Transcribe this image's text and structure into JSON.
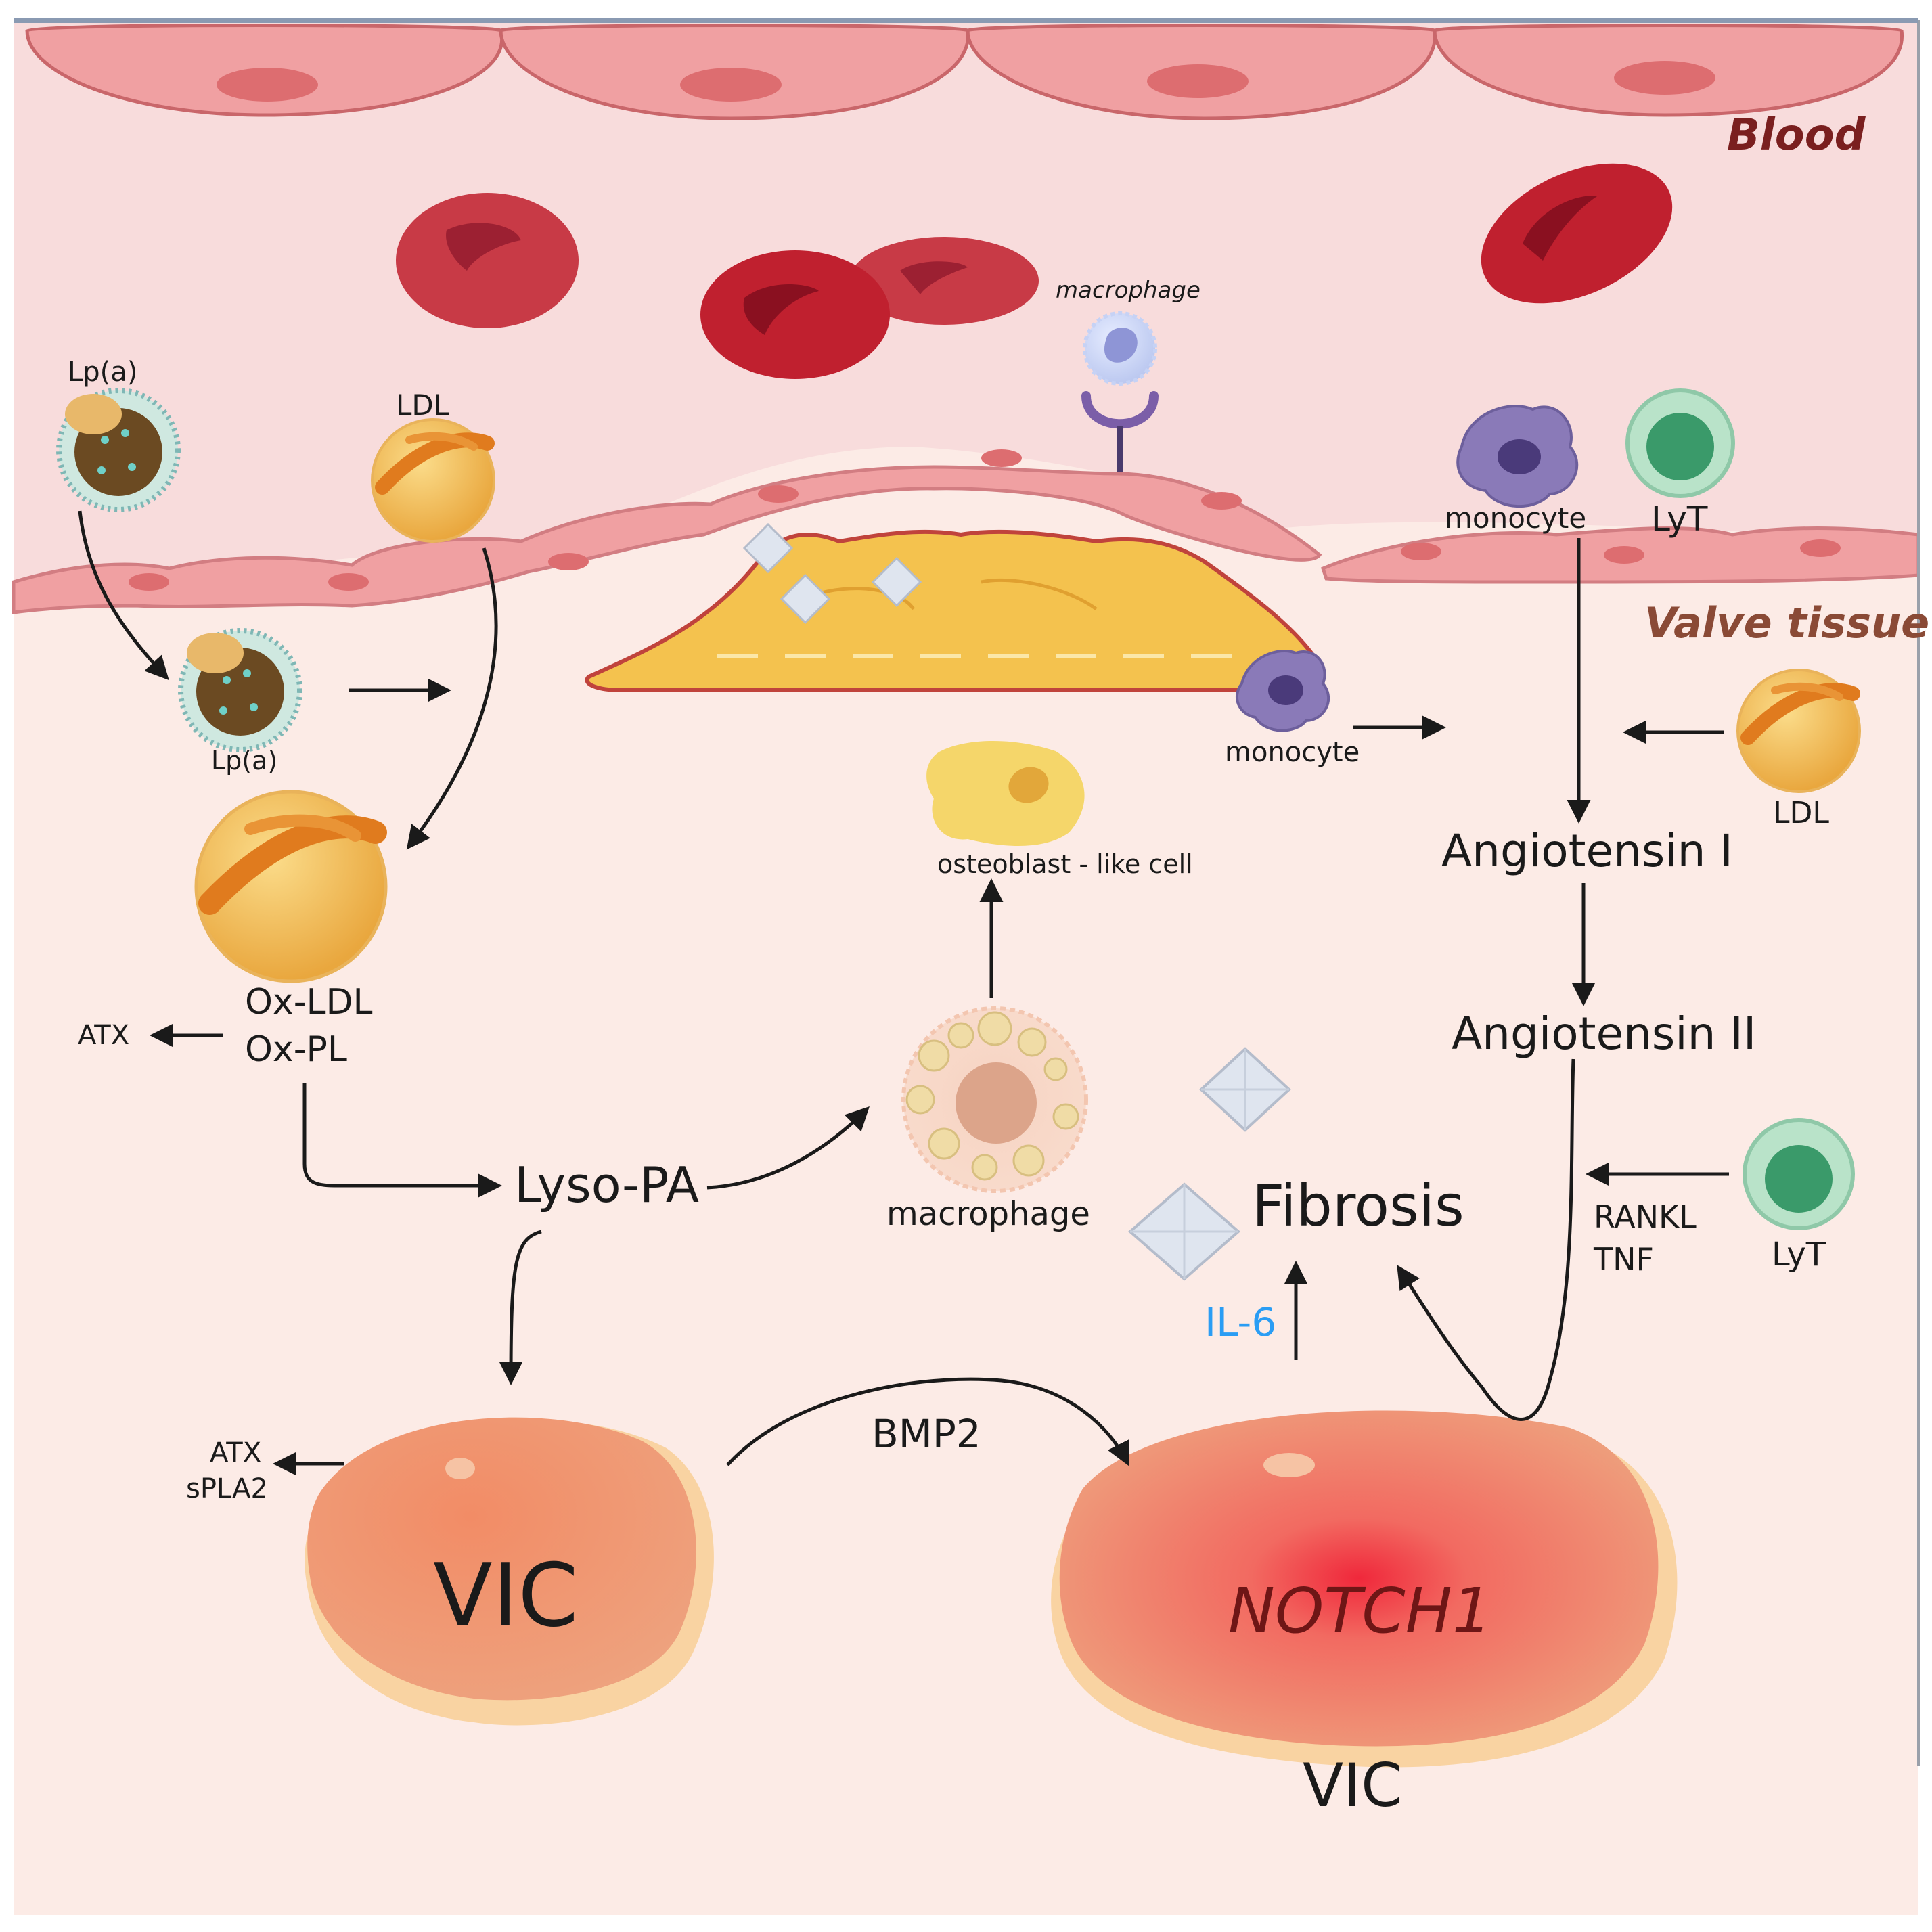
{
  "regions": {
    "blood": "Blood",
    "valve_tissue": "Valve tissue"
  },
  "labels": {
    "lpa_top": "Lp(a)",
    "ldl_top": "LDL",
    "macrophage_top": "macrophage",
    "monocyte_top": "monocyte",
    "lyt_top": "LyT",
    "lpa_mid": "Lp(a)",
    "monocyte_mid": "monocyte",
    "ldl_right": "LDL",
    "osteoblast": "osteoblast - like cell",
    "angiotensin_1": "Angiotensin I",
    "angiotensin_2": "Angiotensin II",
    "ox_ldl": "Ox-LDL",
    "ox_pl": "Ox-PL",
    "atx_left": "ATX",
    "lyso_pa": "Lyso-PA",
    "macrophage_mid": "macrophage",
    "fibrosis": "Fibrosis",
    "il6": "IL-6",
    "rankl": "RANKL",
    "tnf": "TNF",
    "lyt_right": "LyT",
    "atx_bottom": "ATX",
    "spla2": "sPLA2",
    "bmp2": "BMP2",
    "vic_left": "VIC",
    "notch1": "NOTCH1",
    "vic_bottom": "VIC"
  },
  "colors": {
    "blood_bg": "#f8dcdc",
    "tissue_bg": "#fcebe6",
    "endothelium": "#f0a0a2",
    "rbc": "#c83a46",
    "plaque": "#f4c24e",
    "vic": "#f0a47a",
    "il6": "#2a9df4",
    "notch_text": "#6e1616",
    "region_text": "#7a1f1f"
  },
  "icons": [
    "red-blood-cell-icon",
    "lipoprotein-a-icon",
    "ldl-particle-icon",
    "ox-ldl-particle-icon",
    "macrophage-icon",
    "foam-macrophage-icon",
    "monocyte-icon",
    "lymphocyte-icon",
    "osteoblast-cell-icon",
    "calcium-crystal-icon",
    "receptor-icon",
    "vic-cell-icon"
  ]
}
